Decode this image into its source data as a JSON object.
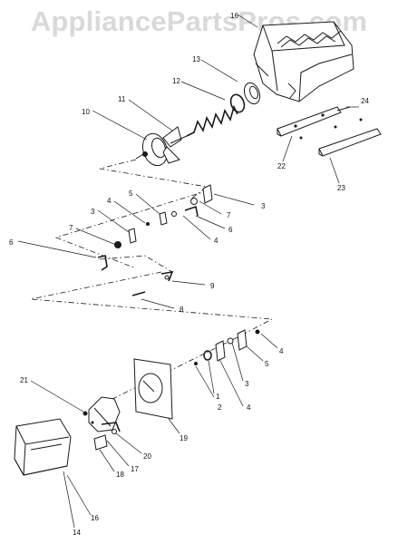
{
  "watermark": "AppliancePartsPros.com",
  "callouts": {
    "c16a": "16",
    "c13": "13",
    "c12": "12",
    "c11": "11",
    "c10": "10",
    "c24": "24",
    "c22": "22",
    "c23": "23",
    "c5a": "5",
    "c4a": "4",
    "c3a": "3",
    "c7a": "7",
    "c3b": "3",
    "c7b": "7",
    "c6a": "6",
    "c4b": "4",
    "c6b": "6",
    "c9": "9",
    "c8": "8",
    "c4c": "4",
    "c5b": "5",
    "c3c": "3",
    "c4d": "4",
    "c1": "1",
    "c2": "2",
    "c21": "21",
    "c19": "19",
    "c20": "20",
    "c17": "17",
    "c18": "18",
    "c16b": "16",
    "c14": "14"
  }
}
